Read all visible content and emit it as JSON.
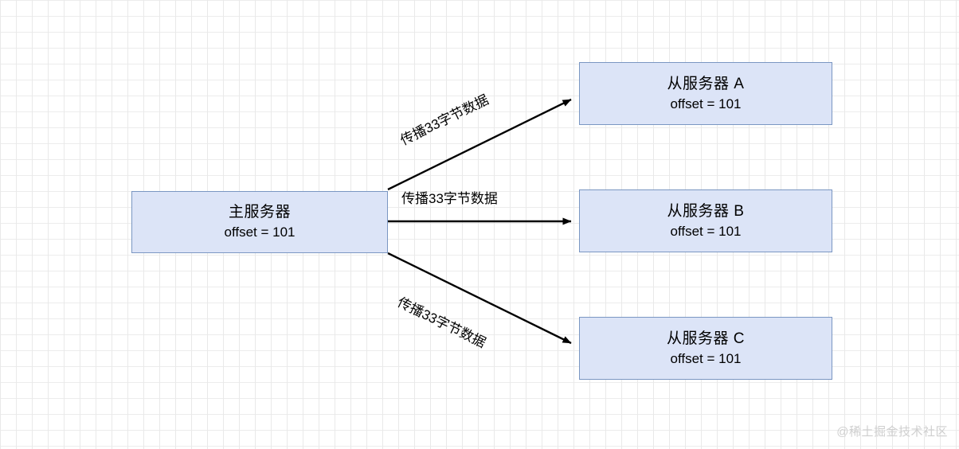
{
  "diagram": {
    "title": "Redis master-slave propagation diagram",
    "colors": {
      "node_fill": "#dce4f7",
      "node_border": "#7a96c2",
      "edge": "#000000",
      "grid_minor": "#ececec",
      "grid_major": "#cfcfcf",
      "watermark": "#cfcfcf"
    },
    "nodes": [
      {
        "id": "master",
        "line1": "主服务器",
        "line2": "offset = 101"
      },
      {
        "id": "slave_a",
        "line1": "从服务器 A",
        "line2": "offset = 101"
      },
      {
        "id": "slave_b",
        "line1": "从服务器 B",
        "line2": "offset = 101"
      },
      {
        "id": "slave_c",
        "line1": "从服务器 C",
        "line2": "offset = 101"
      }
    ],
    "edges": [
      {
        "id": "master_to_a",
        "label": "传播33字节数据",
        "from": "master",
        "to": "slave_a"
      },
      {
        "id": "master_to_b",
        "label": "传播33字节数据",
        "from": "master",
        "to": "slave_b"
      },
      {
        "id": "master_to_c",
        "label": "传播33字节数据",
        "from": "master",
        "to": "slave_c"
      }
    ],
    "watermark": "@稀土掘金技术社区"
  }
}
